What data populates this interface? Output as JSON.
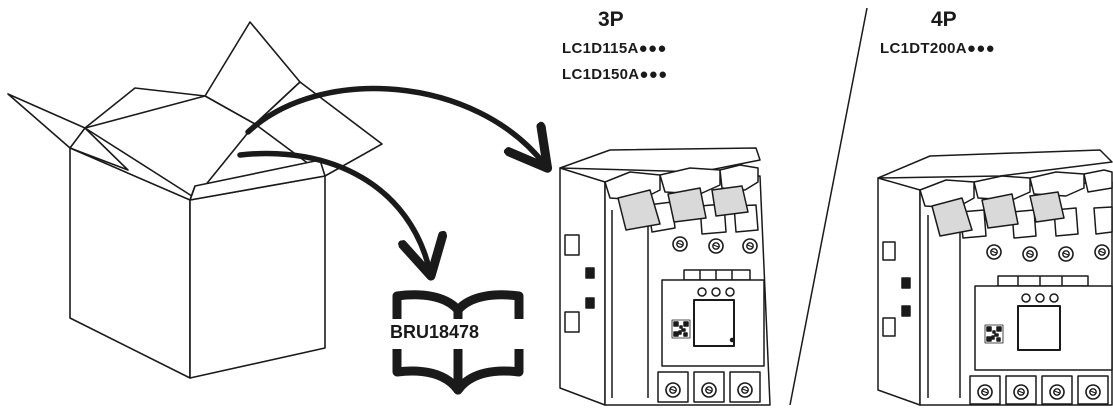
{
  "variant_3p": {
    "poles": "3P",
    "refs": [
      "LC1D115A●●●",
      "LC1D150A●●●"
    ]
  },
  "variant_4p": {
    "poles": "4P",
    "refs": [
      "LC1DT200A●●●"
    ]
  },
  "manual": {
    "code": "BRU18478"
  },
  "colors": {
    "line": "#1a1a1a",
    "fill": "#ffffff",
    "shade": "#d9d9d9",
    "dark": "#7a7a7a"
  }
}
